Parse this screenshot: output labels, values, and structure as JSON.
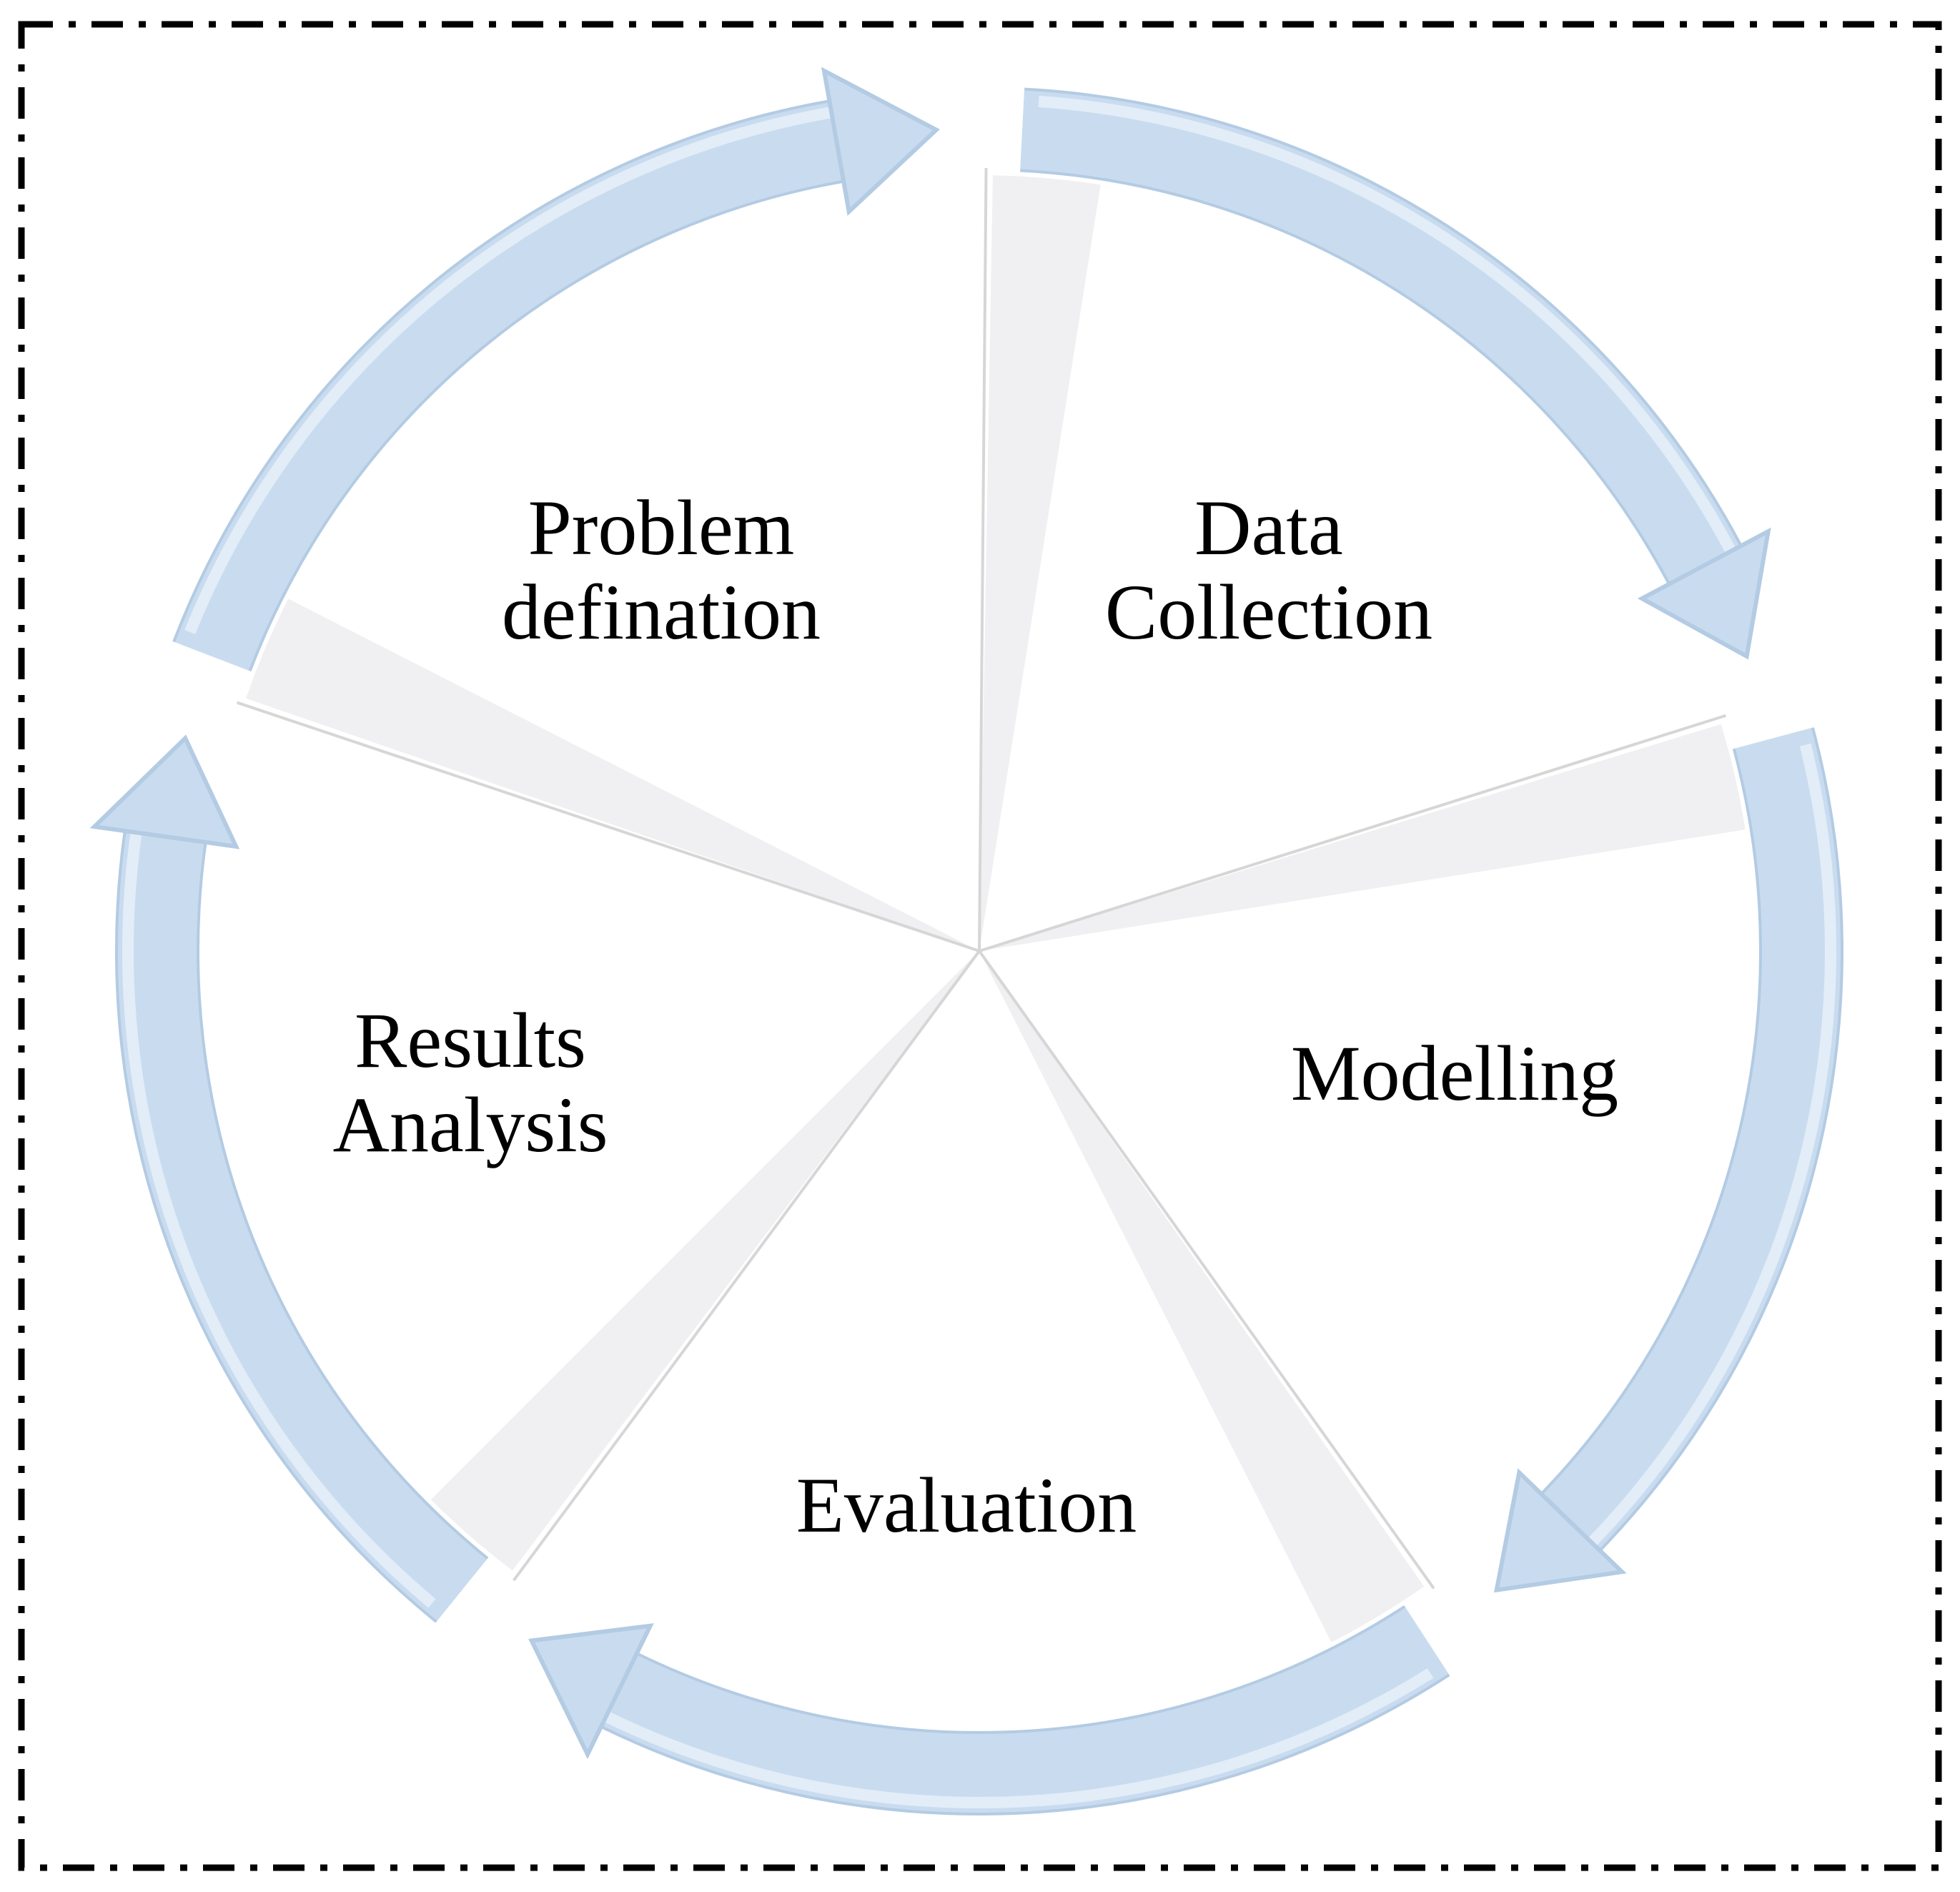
{
  "diagram": {
    "type": "cycle",
    "flow_direction": "clockwise",
    "colors": {
      "arrow_fill": "#c9dcef",
      "arrow_edge": "#b3cbe3",
      "arrow_highlight": "#e2edf8",
      "spoke": "#d6d6d6",
      "frame": "#000000",
      "text": "#000000"
    },
    "stages": [
      {
        "id": "problem",
        "lines": [
          "Problem",
          "defination"
        ]
      },
      {
        "id": "data",
        "lines": [
          "Data",
          "Collection"
        ]
      },
      {
        "id": "modelling",
        "lines": [
          "Modelling"
        ]
      },
      {
        "id": "evaluation",
        "lines": [
          "Evaluation"
        ]
      },
      {
        "id": "results",
        "lines": [
          "Results",
          "Analysis"
        ]
      }
    ]
  }
}
